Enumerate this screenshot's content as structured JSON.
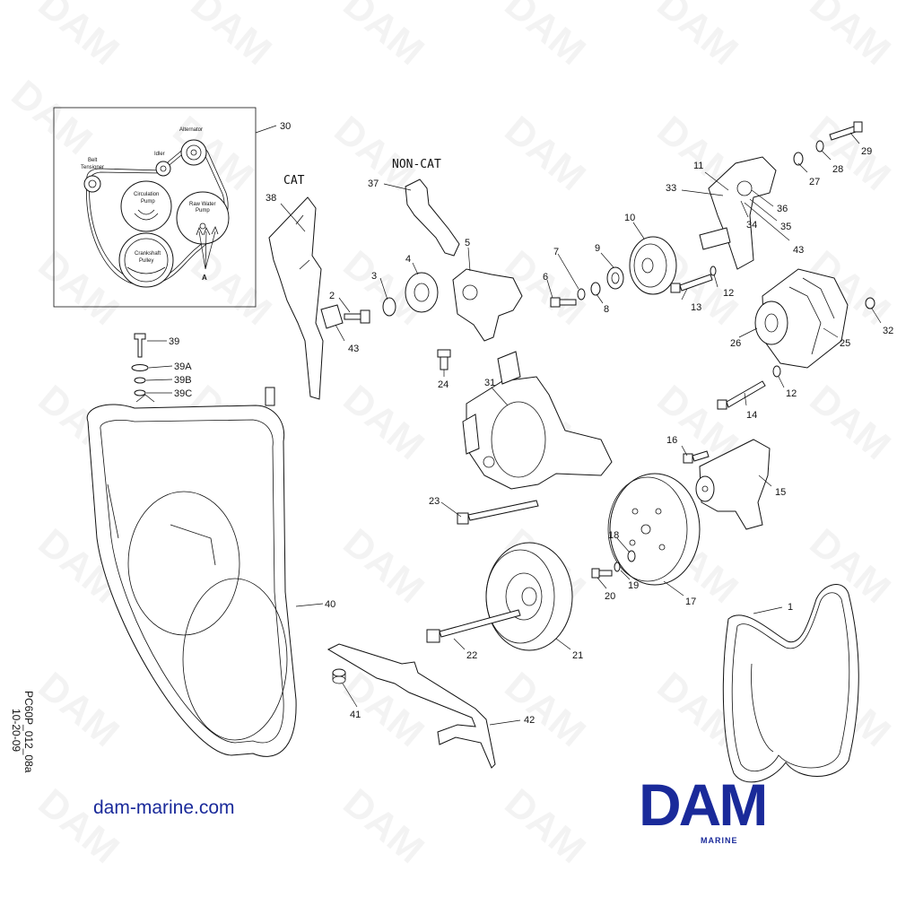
{
  "watermark": "DAM",
  "labels": {
    "cat": "CAT",
    "non_cat": "NON-CAT"
  },
  "inset": {
    "callout": "30",
    "alternator": "Alternator",
    "idler": "Idler",
    "belt_tensioner_1": "Belt",
    "belt_tensioner_2": "Tensioner",
    "circulation_pump_1": "Circulation",
    "circulation_pump_2": "Pump",
    "raw_water_pump_1": "Raw Water",
    "raw_water_pump_2": "Pump",
    "crankshaft_pulley_1": "Crankshaft",
    "crankshaft_pulley_2": "Pulley",
    "arrow_label": "A"
  },
  "callouts": [
    {
      "id": "1",
      "text": "1"
    },
    {
      "id": "2",
      "text": "2"
    },
    {
      "id": "3",
      "text": "3"
    },
    {
      "id": "4",
      "text": "4"
    },
    {
      "id": "5",
      "text": "5"
    },
    {
      "id": "6",
      "text": "6"
    },
    {
      "id": "7",
      "text": "7"
    },
    {
      "id": "8",
      "text": "8"
    },
    {
      "id": "9",
      "text": "9"
    },
    {
      "id": "10",
      "text": "10"
    },
    {
      "id": "11",
      "text": "11"
    },
    {
      "id": "12a",
      "text": "12"
    },
    {
      "id": "12b",
      "text": "12"
    },
    {
      "id": "13",
      "text": "13"
    },
    {
      "id": "14",
      "text": "14"
    },
    {
      "id": "15",
      "text": "15"
    },
    {
      "id": "16",
      "text": "16"
    },
    {
      "id": "17",
      "text": "17"
    },
    {
      "id": "18",
      "text": "18"
    },
    {
      "id": "19",
      "text": "19"
    },
    {
      "id": "20",
      "text": "20"
    },
    {
      "id": "21",
      "text": "21"
    },
    {
      "id": "22",
      "text": "22"
    },
    {
      "id": "23",
      "text": "23"
    },
    {
      "id": "24",
      "text": "24"
    },
    {
      "id": "25",
      "text": "25"
    },
    {
      "id": "26",
      "text": "26"
    },
    {
      "id": "27",
      "text": "27"
    },
    {
      "id": "28",
      "text": "28"
    },
    {
      "id": "29",
      "text": "29"
    },
    {
      "id": "31",
      "text": "31"
    },
    {
      "id": "32",
      "text": "32"
    },
    {
      "id": "33",
      "text": "33"
    },
    {
      "id": "34",
      "text": "34"
    },
    {
      "id": "35",
      "text": "35"
    },
    {
      "id": "36",
      "text": "36"
    },
    {
      "id": "37",
      "text": "37"
    },
    {
      "id": "38",
      "text": "38"
    },
    {
      "id": "39",
      "text": "39"
    },
    {
      "id": "39A",
      "text": "39A"
    },
    {
      "id": "39B",
      "text": "39B"
    },
    {
      "id": "39C",
      "text": "39C"
    },
    {
      "id": "40",
      "text": "40"
    },
    {
      "id": "41",
      "text": "41"
    },
    {
      "id": "42",
      "text": "42"
    },
    {
      "id": "43a",
      "text": "43"
    },
    {
      "id": "43b",
      "text": "43"
    }
  ],
  "drawing_id": {
    "line1": "PC60P_012_08a",
    "line2": "10-20-09"
  },
  "website": "dam-marine.com",
  "brand": {
    "name": "DAM",
    "sub": "MARINE",
    "color": "#1a2a9a"
  }
}
